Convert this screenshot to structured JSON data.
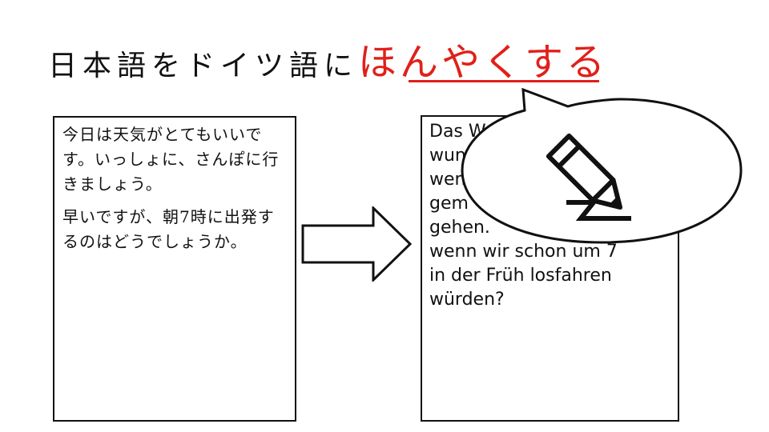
{
  "title": {
    "black_part": "日本語をドイツ語に",
    "red_part": "ほんやくする",
    "accent_color": "#e0201a"
  },
  "source_box": {
    "paragraphs": [
      "今日は天気がとてもいいです。いっしょに、さんぽに行きましょう。",
      "早いですが、朝7時に出発するのはどうでしょうか。"
    ]
  },
  "arrow": {
    "icon": "right-arrow-icon"
  },
  "target_box": {
    "lines": [
      "Das W",
      "wun",
      "wen",
      "gem",
      "gehen.",
      "wenn wir schon um 7",
      "in der Früh losfahren",
      "würden?"
    ]
  },
  "speech_bubble": {
    "icon": "pencil-writing-icon"
  }
}
